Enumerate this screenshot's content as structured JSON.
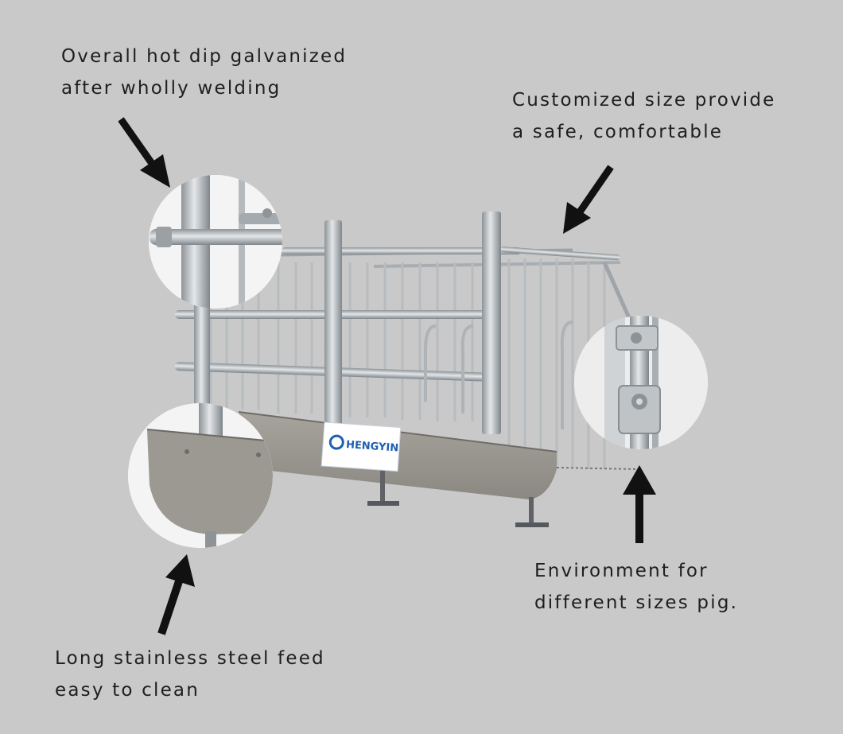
{
  "annotations": {
    "galvanized": {
      "line1": "Overall hot dip galvanized",
      "line2": "after wholly welding"
    },
    "customized": {
      "line1": "Customized size provide",
      "line2": "a safe, comfortable"
    },
    "feeder": {
      "line1": "Long stainless steel feed",
      "line2": "easy to clean"
    },
    "environment": {
      "line1": "Environment for",
      "line2": "different sizes pig."
    }
  },
  "brand_logo": {
    "text": "HENGYIN",
    "color": "#1f5fb0"
  },
  "colors": {
    "background": "#c9c9c9",
    "steel": "#b9bec2",
    "arrow": "#111111"
  }
}
